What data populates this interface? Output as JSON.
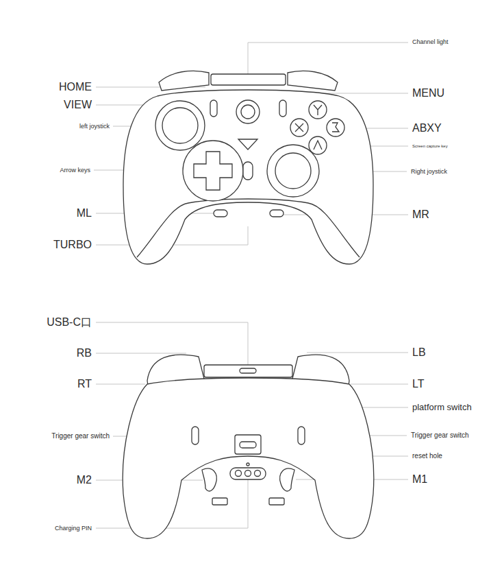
{
  "diagram": {
    "labels": [
      "Channel light",
      "HOME",
      "VIEW",
      "MENU",
      "left joystick",
      "ABXY",
      "Screen capture key",
      "Arrow keys",
      "Right joystick",
      "ML",
      "MR",
      "TURBO",
      "USB-C口",
      "RB",
      "LB",
      "RT",
      "LT",
      "platform switch",
      "Trigger gear switch",
      "Trigger gear switch",
      "reset hole",
      "M2",
      "M1",
      "Charging PIN"
    ]
  }
}
